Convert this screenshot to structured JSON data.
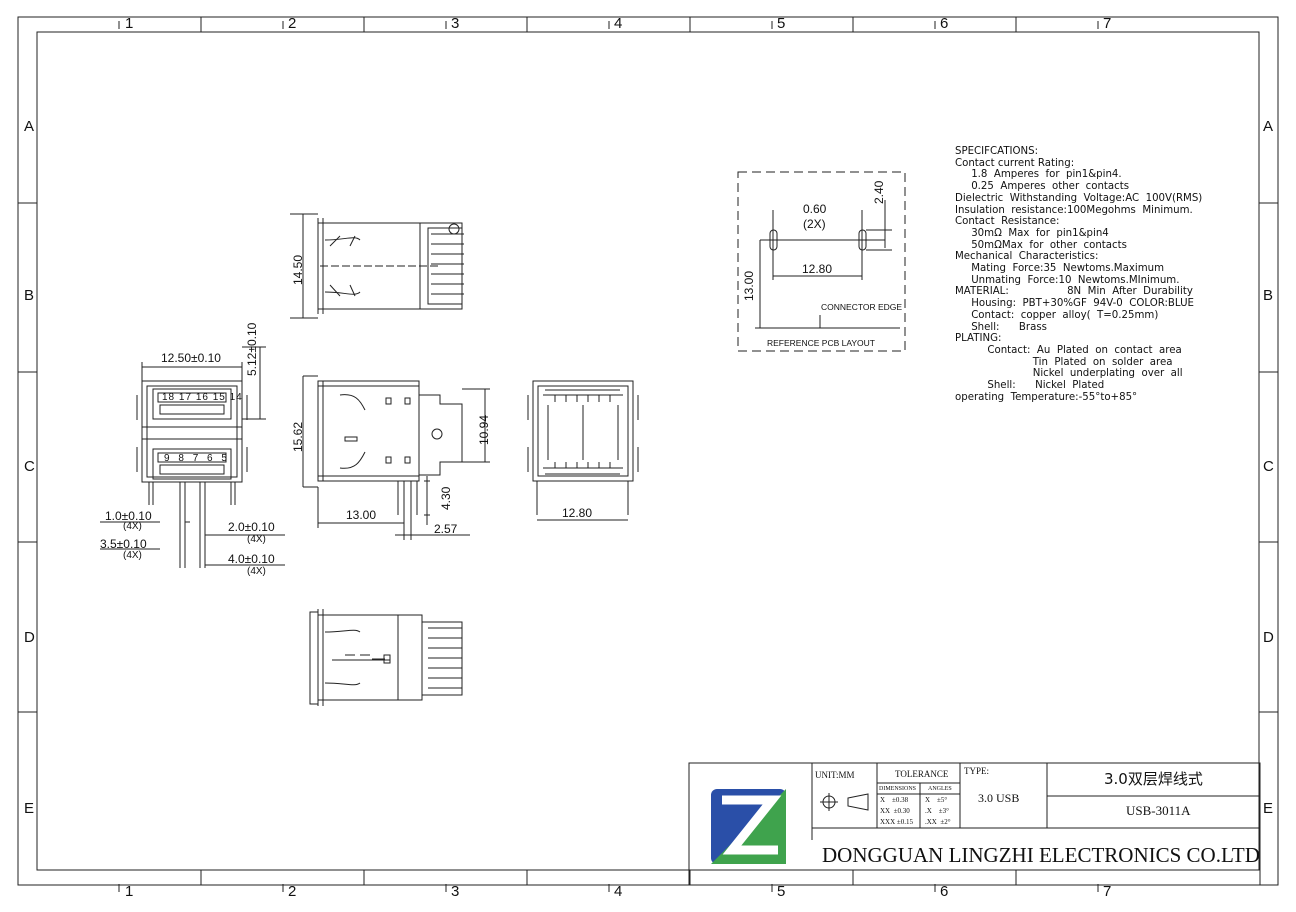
{
  "zones": {
    "columns": [
      "1",
      "2",
      "3",
      "4",
      "5",
      "6",
      "7"
    ],
    "rows": [
      "A",
      "B",
      "C",
      "D",
      "E"
    ]
  },
  "dimensions": {
    "width_top": "12.50±0.10",
    "offset_top": "5.12±0.10",
    "pin_w1": "1.0±0.10",
    "pin_w1_count": "(4X)",
    "pin_p1": "3.5±0.10",
    "pin_p1_count": "(4X)",
    "pin_w2": "2.0±0.10",
    "pin_w2_count": "(4X)",
    "pin_p2": "4.0±0.10",
    "pin_p2_count": "(4X)",
    "top_height": "14.50",
    "side_height": "15.62",
    "side_inner": "10.94",
    "side_length": "13.00",
    "pin_len": "4.30",
    "pin_off": "2.57",
    "rear_width": "12.80",
    "pin_numbers_top": [
      "18",
      "17",
      "16",
      "15",
      "14"
    ],
    "pin_numbers_bottom": [
      "9",
      "8",
      "7",
      "6",
      "5"
    ]
  },
  "pcb_layout": {
    "slot_width": "0.60",
    "slot_count": "(2X)",
    "top_offset": "2.40",
    "pitch": "12.80",
    "depth": "13.00",
    "edge_label": "CONNECTOR EDGE",
    "title": "REFERENCE PCB LAYOUT"
  },
  "specifications": [
    "SPECIFCATIONS:",
    "Contact current Rating:",
    "     1.8  Amperes  for  pin1&pin4.",
    "     0.25  Amperes  other  contacts",
    "Dielectric  Withstanding  Voltage:AC  100V(RMS)",
    "Insulation  resistance:100Megohms  Minimum.",
    "Contact  Resistance:",
    "     30mΩ  Max  for  pin1&pin4",
    "     50mΩMax  for  other  contacts",
    "Mechanical  Characteristics:",
    "     Mating  Force:35  Newtoms.Maximum",
    "     Unmating  Force:10  Newtoms.MInimum.",
    "MATERIAL:                  8N  Min  After  Durability",
    "     Housing:  PBT+30%GF  94V-0  COLOR:BLUE",
    "     Contact:  copper  alloy(  T=0.25mm)",
    "     Shell:      Brass",
    "PLATING:",
    "          Contact:  Au  Plated  on  contact  area",
    "                        Tin  Plated  on  solder  area",
    "                        Nickel  underplating  over  all",
    "          Shell:      Nickel  Plated",
    "operating  Temperature:-55°to+85°"
  ],
  "title_block": {
    "unit": "UNIT:MM",
    "tolerance_title": "TOLERANCE",
    "dimensions_label": "DIMENSIONS",
    "angles_label": "ANGLES",
    "dim_tol": [
      "X    ±0.38",
      "XX  ±0.30",
      "XXX ±0.15"
    ],
    "ang_tol": [
      "X    ±5°",
      ".X    ±3°",
      ".XX  ±2°"
    ],
    "type_label": "TYPE:",
    "type_value": "3.0 USB",
    "name": "3.0双层焊线式",
    "part_number": "USB-3011A",
    "company": "DONGGUAN LINGZHI ELECTRONICS CO.LTD"
  },
  "colors": {
    "line": "#222222",
    "logo_blue": "#2a4fa8",
    "logo_green": "#3fa34d",
    "logo_teal": "#1b7fb8"
  }
}
